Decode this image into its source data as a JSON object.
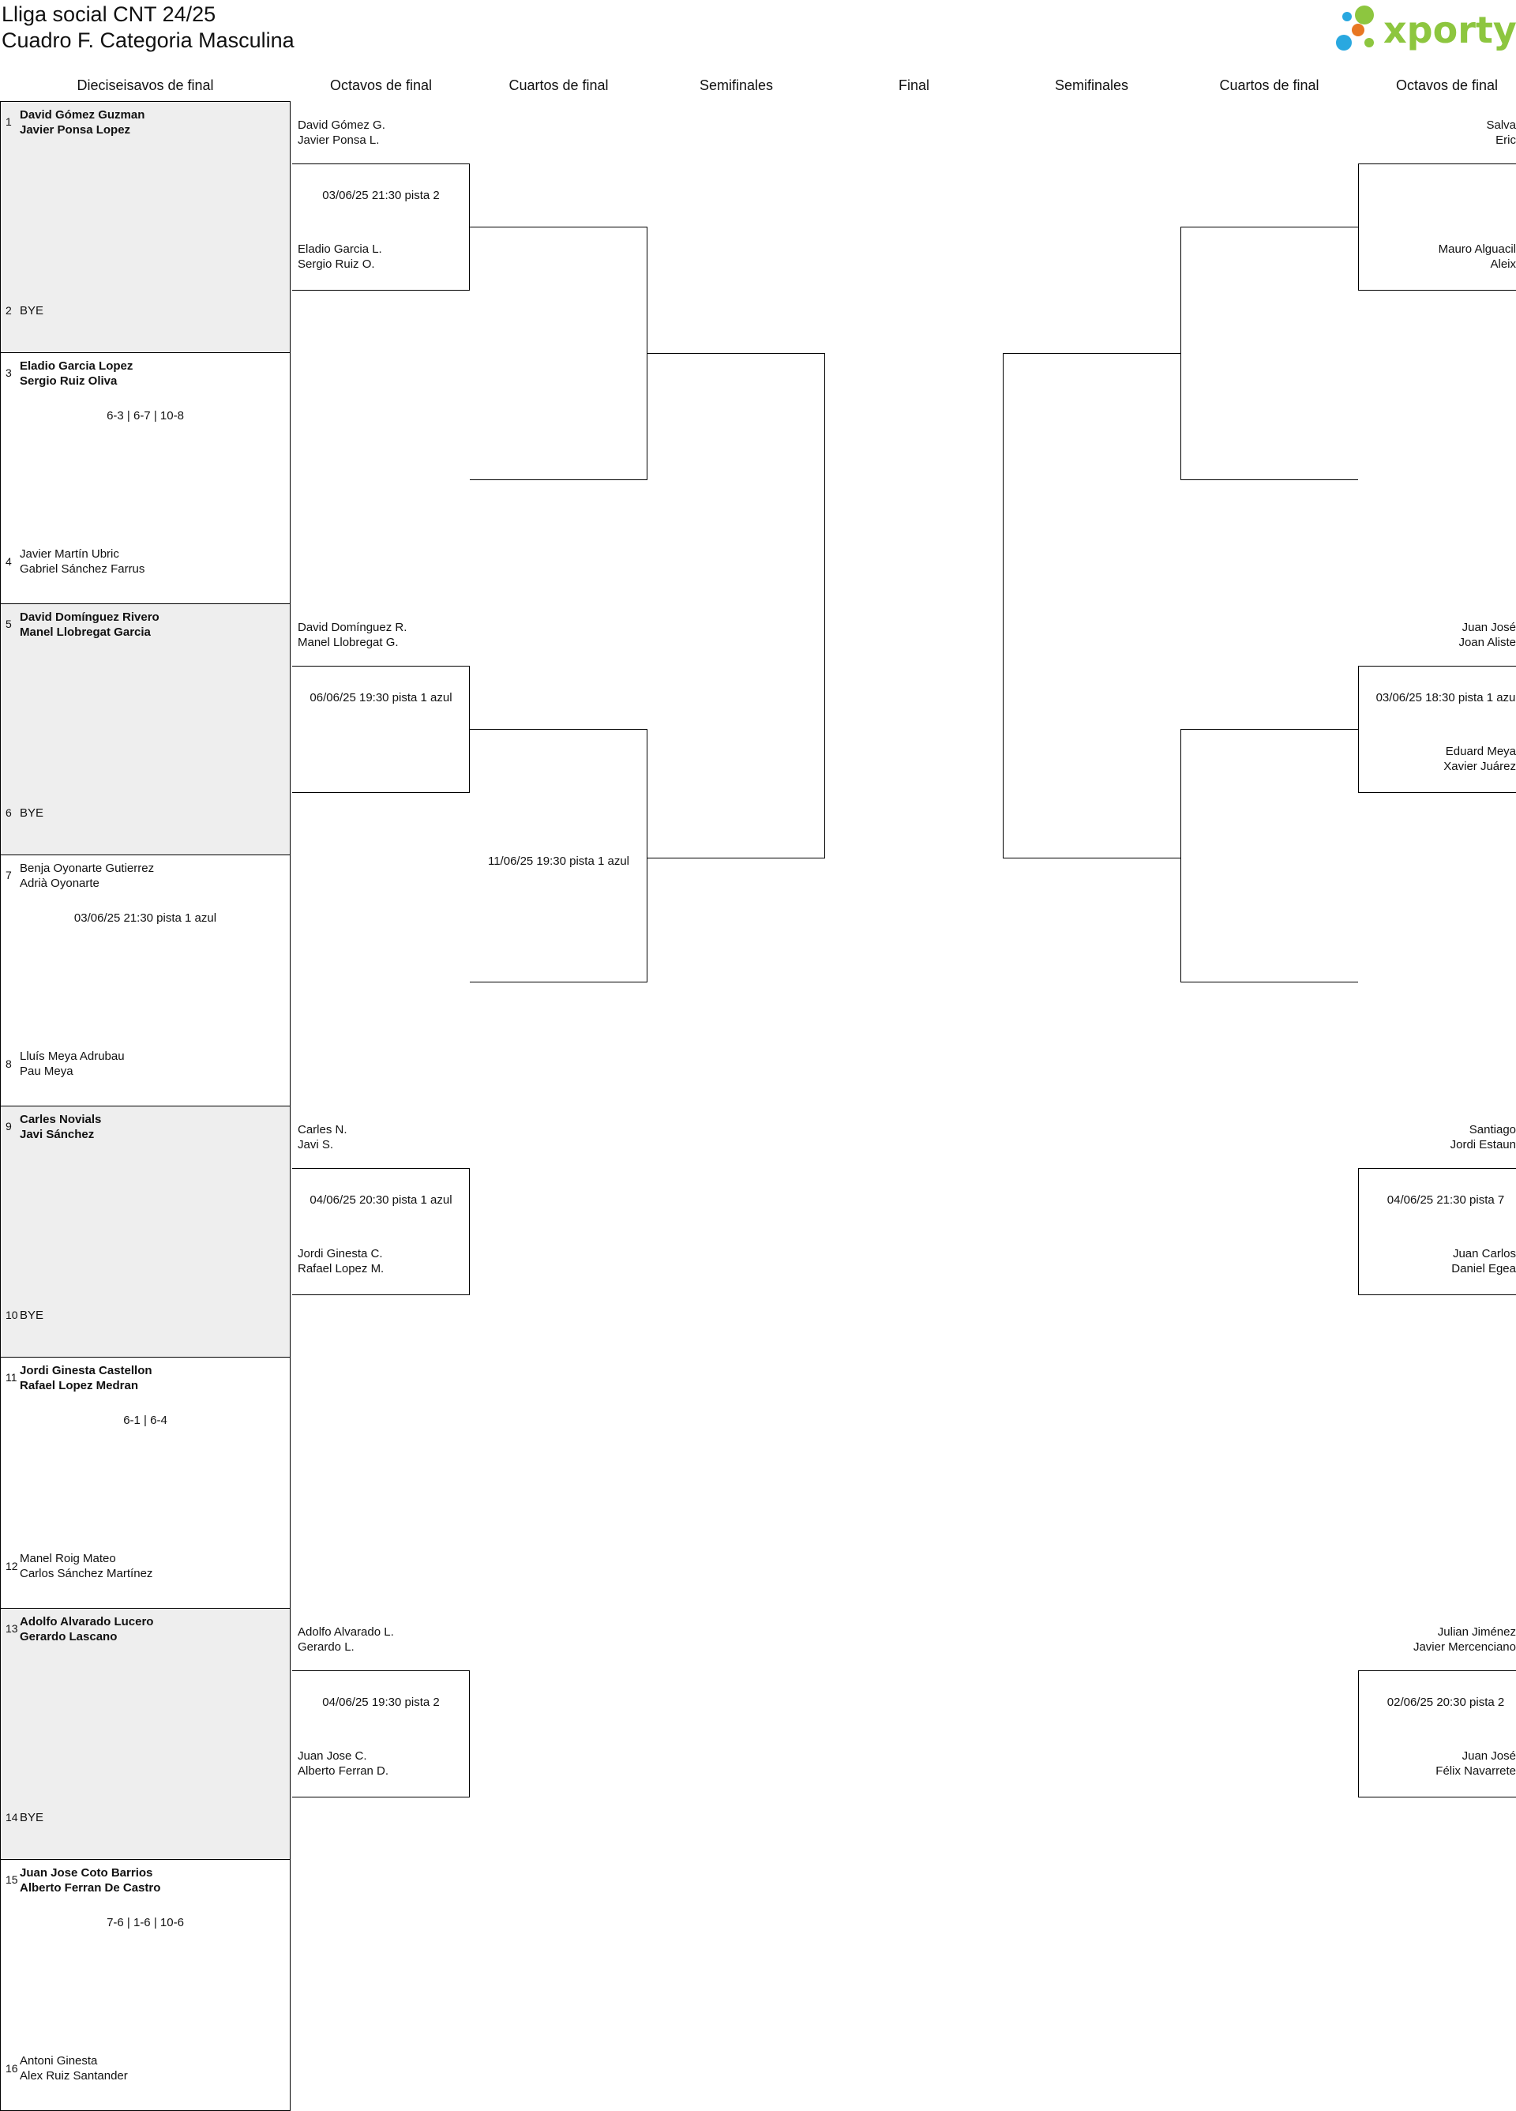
{
  "header": {
    "title_line1": "Lliga social CNT 24/25",
    "title_line2": "Cuadro F. Categoria Masculina",
    "logo_text": "xporty"
  },
  "rounds": {
    "r32": "Dieciseisavos de final",
    "r16_left": "Octavos de final",
    "qf_left": "Cuartos de final",
    "sf_left": "Semifinales",
    "final": "Final",
    "sf_right": "Semifinales",
    "qf_right": "Cuartos de final",
    "r16_right": "Octavos de final"
  },
  "first_round": [
    {
      "top_seed": "1",
      "top_p1": "David Gómez Guzman",
      "top_p2": "Javier Ponsa Lopez",
      "bottom_seed": "2",
      "bottom_p1": "BYE",
      "bottom_p2": "",
      "result": "",
      "winner": "top"
    },
    {
      "top_seed": "3",
      "top_p1": "Eladio Garcia Lopez",
      "top_p2": "Sergio Ruiz Oliva",
      "bottom_seed": "4",
      "bottom_p1": "Javier Martín Ubric",
      "bottom_p2": "Gabriel Sánchez Farrus",
      "result": "6-3 | 6-7 | 10-8",
      "winner": "top"
    },
    {
      "top_seed": "5",
      "top_p1": "David Domínguez Rivero",
      "top_p2": "Manel Llobregat Garcia",
      "bottom_seed": "6",
      "bottom_p1": "BYE",
      "bottom_p2": "",
      "result": "",
      "winner": "top"
    },
    {
      "top_seed": "7",
      "top_p1": "Benja Oyonarte Gutierrez",
      "top_p2": "Adrià Oyonarte",
      "bottom_seed": "8",
      "bottom_p1": "Lluís Meya Adrubau",
      "bottom_p2": "Pau Meya",
      "result": "03/06/25 21:30 pista 1 azul",
      "winner": "none"
    },
    {
      "top_seed": "9",
      "top_p1": "Carles Novials",
      "top_p2": "Javi Sánchez",
      "bottom_seed": "10",
      "bottom_p1": "BYE",
      "bottom_p2": "",
      "result": "",
      "winner": "top"
    },
    {
      "top_seed": "11",
      "top_p1": "Jordi Ginesta Castellon",
      "top_p2": "Rafael Lopez Medran",
      "bottom_seed": "12",
      "bottom_p1": "Manel Roig Mateo",
      "bottom_p2": "Carlos Sánchez Martínez",
      "result": "6-1 | 6-4",
      "winner": "top"
    },
    {
      "top_seed": "13",
      "top_p1": "Adolfo Alvarado Lucero",
      "top_p2": "Gerardo Lascano",
      "bottom_seed": "14",
      "bottom_p1": "BYE",
      "bottom_p2": "",
      "result": "",
      "winner": "top"
    },
    {
      "top_seed": "15",
      "top_p1": "Juan Jose Coto Barrios",
      "top_p2": "Alberto Ferran De Castro",
      "bottom_seed": "16",
      "bottom_p1": "Antoni Ginesta",
      "bottom_p2": "Alex Ruiz Santander",
      "result": "7-6 | 1-6 | 10-6",
      "winner": "top"
    }
  ],
  "left_r16": [
    {
      "top_p1": "David Gómez G.",
      "top_p2": "Javier Ponsa L.",
      "schedule": "03/06/25 21:30 pista 2",
      "bottom_p1": "Eladio Garcia L.",
      "bottom_p2": "Sergio Ruiz O."
    },
    {
      "top_p1": "David Domínguez R.",
      "top_p2": "Manel Llobregat G.",
      "schedule": "06/06/25 19:30 pista 1 azul",
      "bottom_p1": "",
      "bottom_p2": ""
    },
    {
      "top_p1": "Carles N.",
      "top_p2": "Javi S.",
      "schedule": "04/06/25 20:30 pista 1 azul",
      "bottom_p1": "Jordi Ginesta C.",
      "bottom_p2": "Rafael Lopez M."
    },
    {
      "top_p1": "Adolfo Alvarado L.",
      "top_p2": "Gerardo L.",
      "schedule": "04/06/25 19:30 pista 2",
      "bottom_p1": "Juan Jose C.",
      "bottom_p2": "Alberto Ferran D."
    }
  ],
  "left_qf": [
    {
      "schedule": ""
    },
    {
      "schedule": "11/06/25 19:30 pista 1 azul"
    }
  ],
  "right_r16": [
    {
      "top_p1": "Salva",
      "top_p2": "Eric",
      "schedule": "",
      "bottom_p1": "Mauro Alguacil",
      "bottom_p2": "Aleix"
    },
    {
      "top_p1": "Juan José",
      "top_p2": "Joan Aliste",
      "schedule": "03/06/25 18:30 pista 1 azu",
      "bottom_p1": "Eduard Meya",
      "bottom_p2": "Xavier Juárez"
    },
    {
      "top_p1": "Santiago",
      "top_p2": "Jordi Estaun",
      "schedule": "04/06/25 21:30 pista 7",
      "bottom_p1": "Juan Carlos",
      "bottom_p2": "Daniel Egea"
    },
    {
      "top_p1": "Julian Jiménez",
      "top_p2": "Javier Mercenciano",
      "schedule": "02/06/25 20:30 pista 2",
      "bottom_p1": "Juan José",
      "bottom_p2": "Félix Navarrete"
    }
  ],
  "colors": {
    "bye_fill": "#eeeeee",
    "lines": "#000000",
    "logo_green": "#8dc63f",
    "logo_blue": "#29a8e0",
    "logo_orange": "#e87722"
  }
}
